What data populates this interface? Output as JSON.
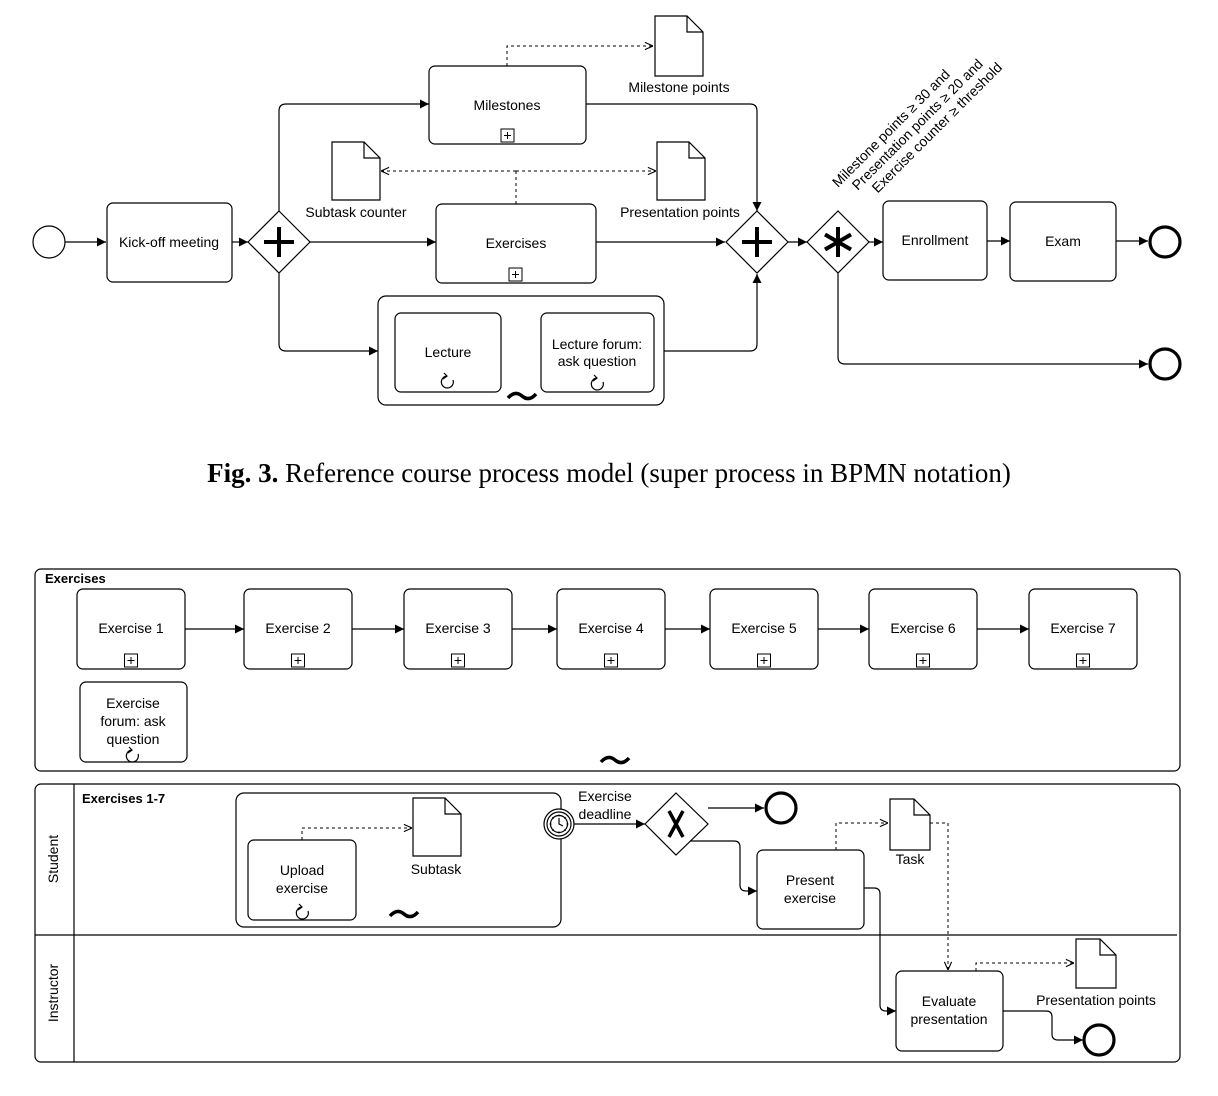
{
  "figure3": {
    "caption_bold": "Fig. 3.",
    "caption_text": "Reference course process model (super process in BPMN notation)",
    "tasks": {
      "kickoff": "Kick-off meeting",
      "milestones": "Milestones",
      "exercises": "Exercises",
      "lecture": "Lecture",
      "lecture_forum_line1": "Lecture forum:",
      "lecture_forum_line2": "ask question",
      "enrollment": "Enrollment",
      "exam": "Exam"
    },
    "documents": {
      "milestone_points": "Milestone points",
      "subtask_counter": "Subtask counter",
      "presentation_points": "Presentation points"
    },
    "conditions": [
      "Milestone points ≥ 30 and",
      "Presentation points  ≥ 20 and",
      "Exercise counter  ≥ threshold"
    ]
  },
  "exercises_pool": {
    "title": "Exercises",
    "tasks": [
      "Exercise 1",
      "Exercise  2",
      "Exercise 3",
      "Exercise  4",
      "Exercise  5",
      "Exercise 6",
      "Exercise 7"
    ],
    "forum_lines": [
      "Exercise",
      "forum: ask",
      "question"
    ]
  },
  "exercise_detail": {
    "title": "Exercises 1-7",
    "lanes": [
      "Student",
      "Instructor"
    ],
    "upload_lines": [
      "Upload",
      "exercise"
    ],
    "subtask": "Subtask",
    "deadline_lines": [
      "Exercise",
      "deadline"
    ],
    "present_lines": [
      "Present",
      "exercise"
    ],
    "task_doc": "Task",
    "evaluate_lines": [
      "Evaluate",
      "presentation"
    ],
    "presentation_points": "Presentation points"
  }
}
